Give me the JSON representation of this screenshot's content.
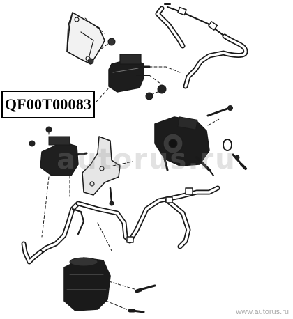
{
  "diagram": {
    "part_number": "QF00T00083",
    "watermark": "autorus.ru",
    "footer_url": "www.autorus.ru"
  }
}
